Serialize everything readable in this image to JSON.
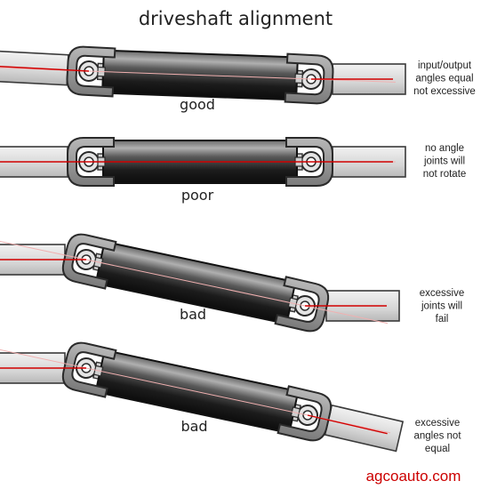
{
  "title": "driveshaft alignment",
  "brand": {
    "text": "agcoauto.com",
    "color": "#cc0000"
  },
  "colors": {
    "centerline": "#d10000",
    "reference_line": "#f0b0b0",
    "shaft_metal": "#d8d8d8",
    "yoke": "#8c8c8c",
    "tube_dark": "#1e1e1e",
    "tube_light": "#9a9a9a"
  },
  "panels": [
    {
      "label": "good",
      "note": [
        "input/output",
        "angles equal",
        "not excessive"
      ],
      "input_angle_deg": 3,
      "driveshaft_angle_deg": 3,
      "output_angle_deg": 0
    },
    {
      "label": "poor",
      "note": [
        "no angle",
        "joints will",
        "not rotate"
      ],
      "input_angle_deg": 0,
      "driveshaft_angle_deg": 0,
      "output_angle_deg": 0
    },
    {
      "label": "bad",
      "note": [
        "excessive",
        "joints will",
        "fail"
      ],
      "input_angle_deg": 0,
      "driveshaft_angle_deg": 13,
      "output_angle_deg": 0
    },
    {
      "label": "bad",
      "note": [
        "excessive",
        "angles not",
        "equal"
      ],
      "input_angle_deg": 0,
      "driveshaft_angle_deg": 13,
      "output_angle_deg": 13
    }
  ]
}
